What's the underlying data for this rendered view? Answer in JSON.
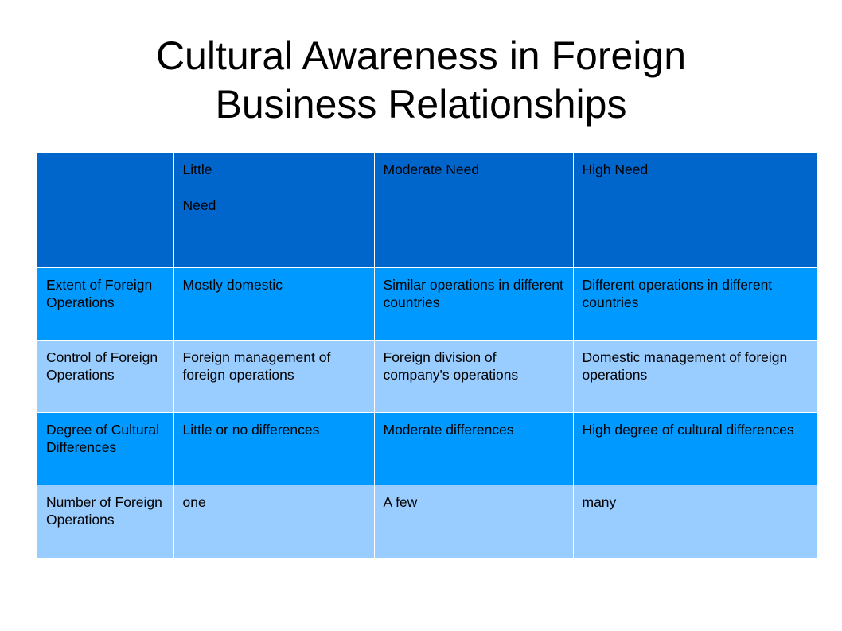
{
  "slide": {
    "title_line1": "Cultural Awareness in Foreign",
    "title_line2": "Business Relationships"
  },
  "table": {
    "header": {
      "corner": "",
      "col1_line1": "Little",
      "col1_line2": "Need",
      "col2": "Moderate Need",
      "col3": "High Need"
    },
    "rows": [
      {
        "label": "Extent of Foreign Operations",
        "little": "Mostly domestic",
        "moderate": "Similar operations in different countries",
        "high": "Different operations in different countries"
      },
      {
        "label": "Control of Foreign Operations",
        "little": "Foreign management of foreign operations",
        "moderate": "Foreign division of company's operations",
        "high": "Domestic management of foreign operations"
      },
      {
        "label": "Degree of Cultural Differences",
        "little": "Little or no differences",
        "moderate": "Moderate differences",
        "high": "High degree of cultural differences"
      },
      {
        "label": "Number of Foreign Operations",
        "little": "one",
        "moderate": "A few",
        "high": "many"
      }
    ],
    "colors": {
      "header": "#0066cc",
      "row_dark": "#0099ff",
      "row_light": "#99ccff"
    }
  }
}
